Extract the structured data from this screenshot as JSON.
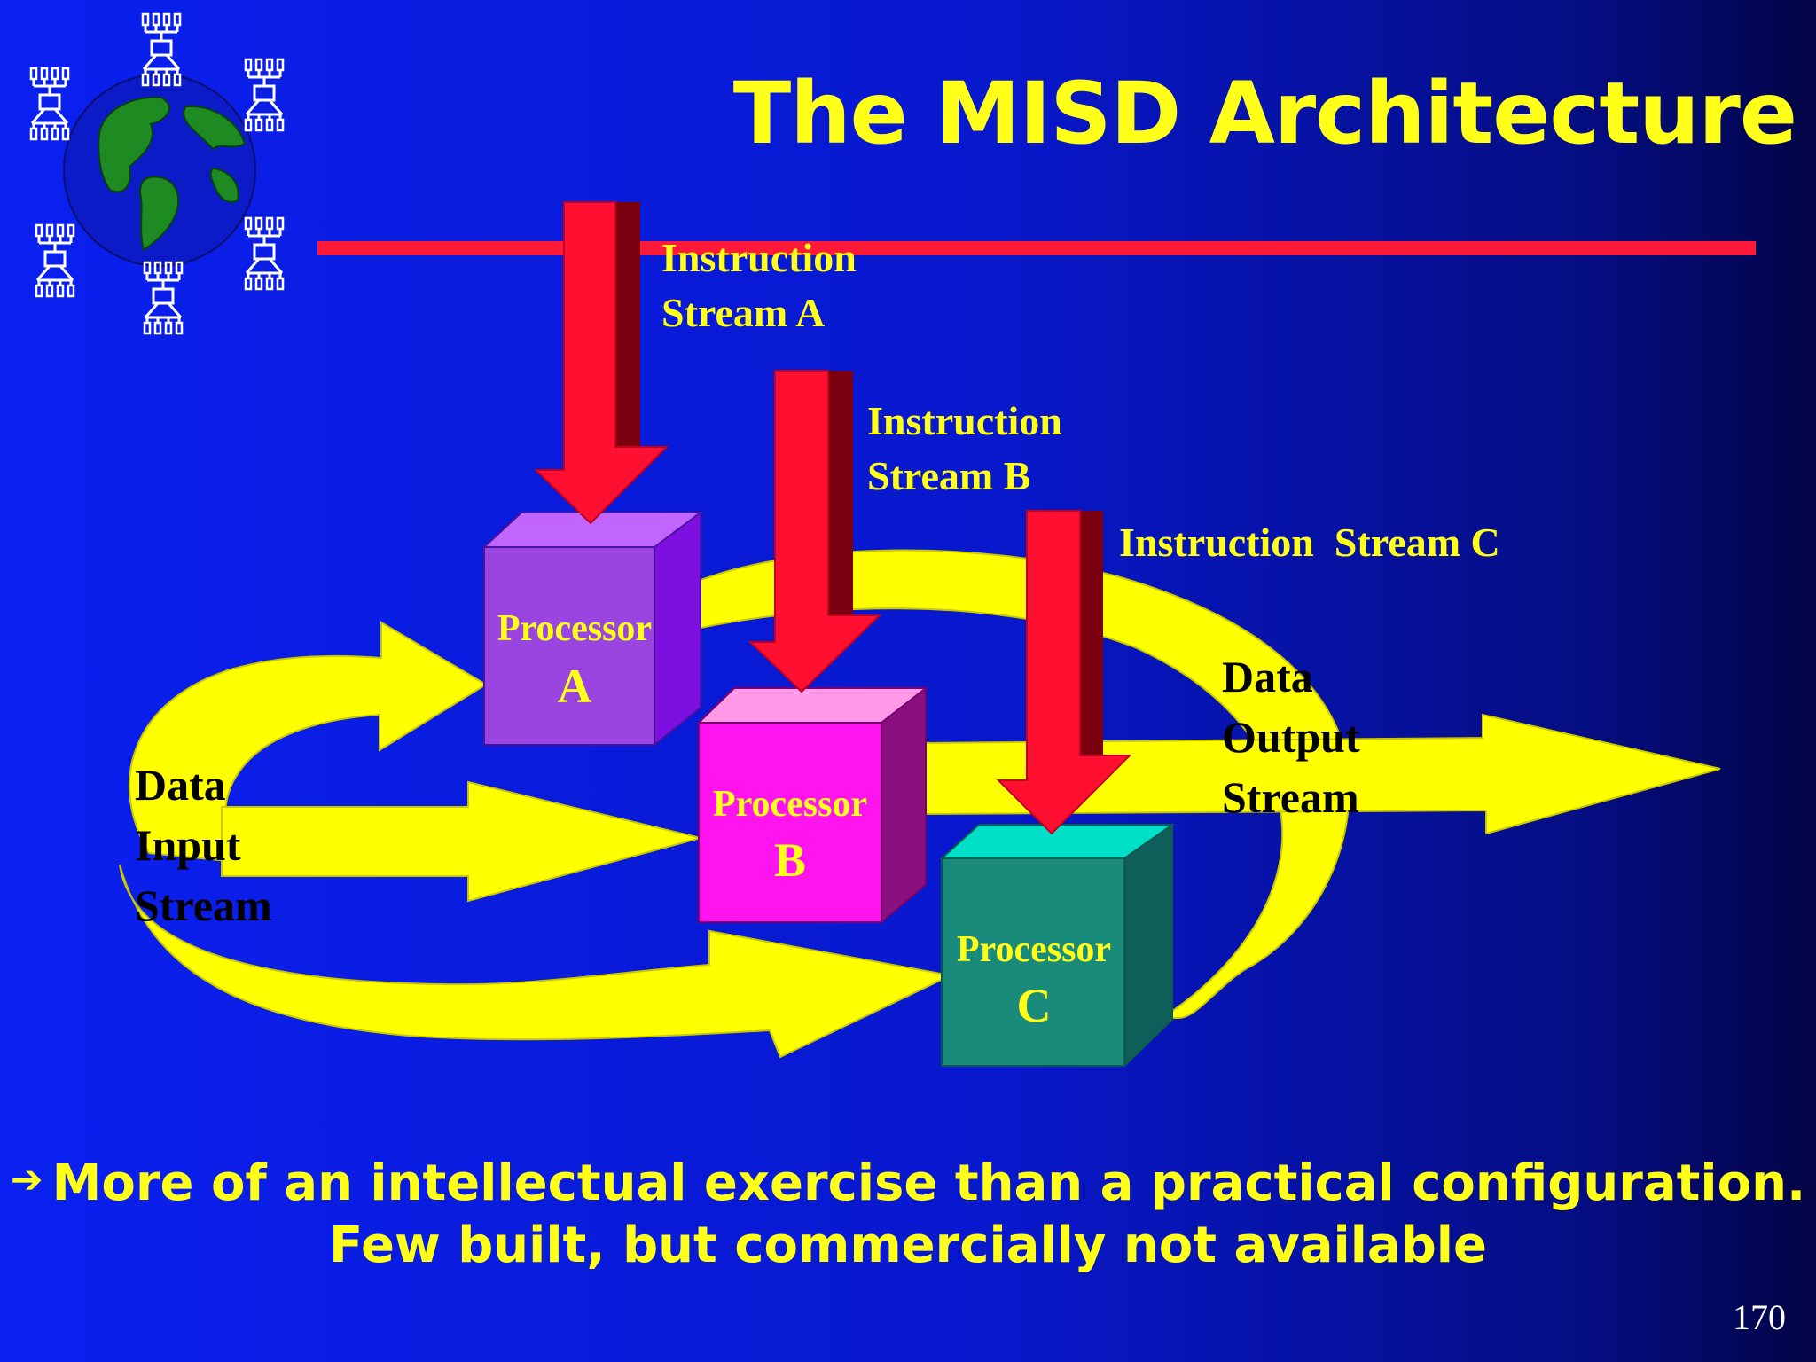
{
  "slide": {
    "title": "The MISD Architecture",
    "page_number": "170",
    "bullet": {
      "line1": "More of an intellectual exercise than a practical configuration.",
      "line2": "Few built, but commercially not available"
    }
  },
  "diagram": {
    "input_label": [
      "Data",
      "Input",
      "Stream"
    ],
    "output_label": [
      "Data",
      "Output",
      "Stream"
    ],
    "instruction_a": [
      "Instruction",
      "Stream A"
    ],
    "instruction_b": [
      "Instruction",
      "Stream B"
    ],
    "instruction_c": "Instruction  Stream C",
    "processors": [
      {
        "label": "Processor",
        "letter": "A",
        "color": "#9b45e0"
      },
      {
        "label": "Processor",
        "letter": "B",
        "color": "#ff14f0"
      },
      {
        "label": "Processor",
        "letter": "C",
        "color": "#1a8a7a"
      }
    ],
    "data_flow_color": "#ffff00",
    "instruction_arrow_color": "#ff1030",
    "icons": [
      "globe-icon",
      "chip-icon"
    ]
  }
}
